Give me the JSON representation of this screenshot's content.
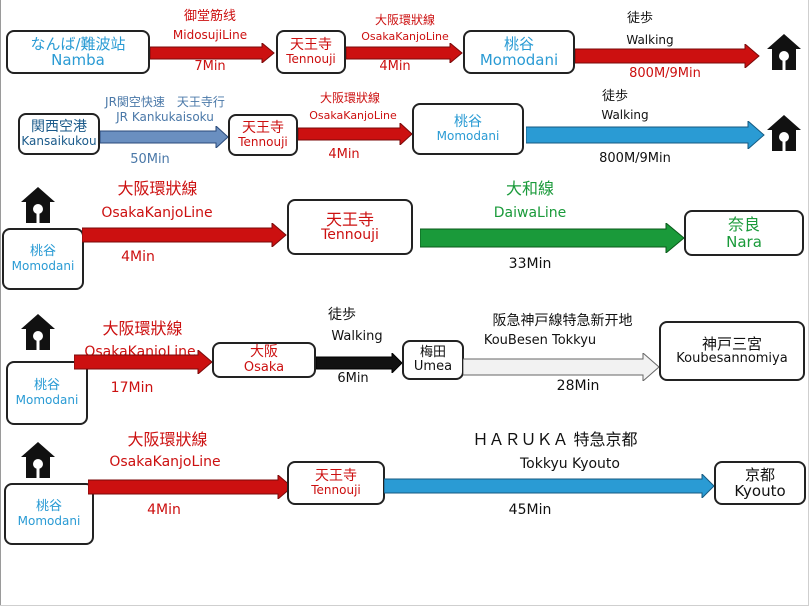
{
  "colors": {
    "red_line": "#cc1010",
    "blue_line": "#2a9bd4",
    "green_line": "#1a9a3a",
    "walk_line": "#111111",
    "hankyu_line": "#f2f2f2",
    "jr_line": "#6a8fc0"
  },
  "routes": [
    {
      "from": {
        "jp": "なんば/難波站",
        "en": "Namba"
      },
      "leg1": {
        "line_jp": "御堂筋线",
        "line_en": "MidosujiLine",
        "time": "7Min"
      },
      "via": {
        "jp": "天王寺",
        "en": "Tennouji"
      },
      "leg2": {
        "line_jp": "大阪環狀線",
        "line_en": "OsakaKanjoLine",
        "time": "4Min"
      },
      "to": {
        "jp": "桃谷",
        "en": "Momodani"
      },
      "walk": {
        "jp": "徒歩",
        "en": "Walking",
        "time": "800M/9Min"
      },
      "dest_icon": "house-icon"
    },
    {
      "from": {
        "jp": "関西空港",
        "en": "Kansaikukou"
      },
      "leg1": {
        "line_jp": "JR関空快速　天王寺行",
        "line_en": "JR Kankukaisoku",
        "time": "50Min"
      },
      "via": {
        "jp": "天王寺",
        "en": "Tennouji"
      },
      "leg2": {
        "line_jp": "大阪環狀線",
        "line_en": "OsakaKanjoLine",
        "time": "4Min"
      },
      "to": {
        "jp": "桃谷",
        "en": "Momodani"
      },
      "walk": {
        "jp": "徒歩",
        "en": "Walking",
        "time": "800M/9Min"
      },
      "dest_icon": "house-icon"
    },
    {
      "origin_icon": "house-icon",
      "from": {
        "jp": "桃谷",
        "en": "Momodani"
      },
      "leg1": {
        "line_jp": "大阪環狀線",
        "line_en": "OsakaKanjoLine",
        "time": "4Min"
      },
      "via": {
        "jp": "天王寺",
        "en": "Tennouji"
      },
      "leg2": {
        "line_jp": "大和線",
        "line_en": "DaiwaLine",
        "time": "33Min"
      },
      "to": {
        "jp": "奈良",
        "en": "Nara"
      }
    },
    {
      "origin_icon": "house-icon",
      "from": {
        "jp": "桃谷",
        "en": "Momodani"
      },
      "leg1": {
        "line_jp": "大阪環狀線",
        "line_en": "OsakaKanjoLine",
        "time": "17Min"
      },
      "via1": {
        "jp": "大阪",
        "en": "Osaka"
      },
      "walk": {
        "jp": "徒歩",
        "en": "Walking",
        "time": "6Min"
      },
      "via2": {
        "jp": "梅田",
        "en": "Umea"
      },
      "leg2": {
        "line_jp": "阪急神戸線特急新开地",
        "line_en": "KouBesen Tokkyu",
        "time": "28Min"
      },
      "to": {
        "jp": "神戸三宮",
        "en": "Koubesannomiya"
      }
    },
    {
      "origin_icon": "house-icon",
      "from": {
        "jp": "桃谷",
        "en": "Momodani"
      },
      "leg1": {
        "line_jp": "大阪環狀線",
        "line_en": "OsakaKanjoLine",
        "time": "4Min"
      },
      "via": {
        "jp": "天王寺",
        "en": "Tennouji"
      },
      "leg2": {
        "line_jp": "ＨＡＲＵＫＡ 特急京都",
        "line_en": "Tokkyu Kyouto",
        "time": "45Min"
      },
      "to": {
        "jp": "京都",
        "en": "Kyouto"
      }
    }
  ]
}
